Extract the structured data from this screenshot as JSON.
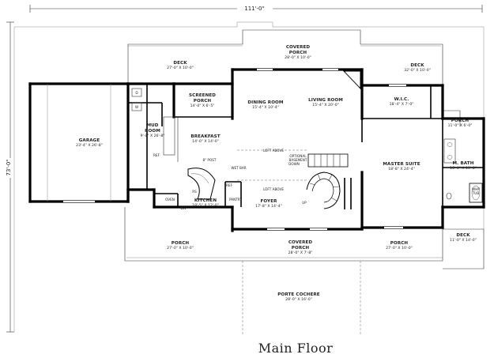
{
  "plan": {
    "title": "Main Floor",
    "width_dim": "111'-0\"",
    "depth_dim": "73'-0\"",
    "rooms": {
      "covered_porch_rear": {
        "name_1": "COVERED",
        "name_2": "PORCH",
        "dims": "28'-0\" X 10'-0\""
      },
      "deck_left": {
        "name": "DECK",
        "dims": "27'-0\" X 10'-0\""
      },
      "deck_right": {
        "name": "DECK",
        "dims": "32'-0\" X 10'-0\""
      },
      "screened_porch": {
        "name_1": "SCREENED",
        "name_2": "PORCH",
        "dims": "14'-0\" X 6'-5\""
      },
      "dining_room": {
        "name": "DINING ROOM",
        "dims": "15'-4\" X 10'-4\""
      },
      "living_room": {
        "name": "LIVING ROOM",
        "dims": "15'-4\" X 20'-0\""
      },
      "wic": {
        "name": "W.I.C.",
        "dims": "18'-4\" X 7'-0\""
      },
      "porch_side": {
        "name": "PORCH",
        "dims": "11'-0\" X 6'-0\""
      },
      "garage": {
        "name": "GARAGE",
        "dims": "23'-4\" X 26'-8\""
      },
      "mud_room": {
        "name_1": "MUD",
        "name_2": "ROOM",
        "dims": "9'-8\" X 26'-8\""
      },
      "breakfast": {
        "name": "BREAKFAST",
        "dims": "14'-0\" X 14'-0\""
      },
      "master_suite": {
        "name": "MASTER SUITE",
        "dims": "18'-8\" X 24'-4\""
      },
      "m_bath": {
        "name": "M. BATH",
        "dims": "10'-4\" X 15'-8\""
      },
      "kitchen": {
        "name": "KITCHEN",
        "dims": "18'-5\" X 12'-0\""
      },
      "foyer": {
        "name": "FOYER",
        "dims": "17'-8\" X 14'-4\""
      },
      "porch_front_left": {
        "name": "PORCH",
        "dims": "27'-0\" X 10'-0\""
      },
      "porch_front_right": {
        "name": "PORCH",
        "dims": "27'-0\" X 10'-0\""
      },
      "covered_porch_front": {
        "name_1": "COVERED",
        "name_2": "PORCH",
        "dims": "28'-0\" X 7'-8\""
      },
      "deck_front_right": {
        "name": "DECK",
        "dims": "11'-0\" X 14'-0\""
      },
      "porte_cochere": {
        "name": "PORTE COCHERE",
        "dims": "28'-0\" X 16'-0\""
      }
    },
    "labels": {
      "loft_above_1": "LOFT ABOVE",
      "loft_above_2": "LOFT ABOVE",
      "optional_basement_1": "OPTIONAL",
      "optional_basement_2": "BASEMENT",
      "optional_basement_3": "DOWN",
      "post": "8\" POST",
      "wet_bar": "WET BAR",
      "ref_1": "REF",
      "ref_2": "REF",
      "rs": "RS",
      "dw": "DW",
      "oven": "OVEN",
      "pantry": "PANTRY",
      "up": "UP",
      "whp_1": "WHP",
      "whp_2": "TUB",
      "washer": "W",
      "dryer": "D"
    }
  }
}
